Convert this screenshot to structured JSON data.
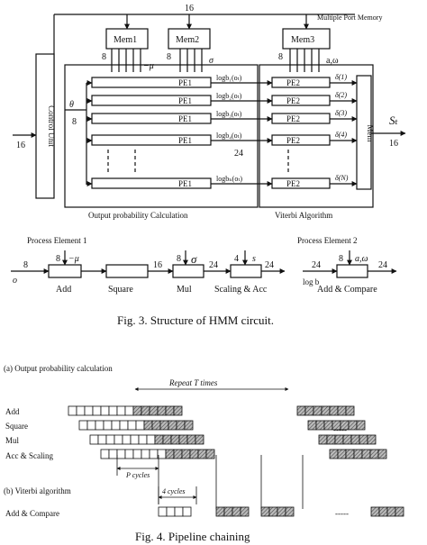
{
  "fig3": {
    "bus_width_top": "16",
    "multi_port_memory": "Multiple Port Memory",
    "control_unit": "Control Unit",
    "ctrl_in": "16",
    "mem1": "Mem1",
    "mem2": "Mem2",
    "mem3": "Mem3",
    "mem_out": "Mem",
    "theta": "θ",
    "w8": "8",
    "w24": "24",
    "w16": "16",
    "neg_mu": "−μ",
    "sigma": "σ",
    "a_omega": "a,ω",
    "pe1": "PE1",
    "pe2": "PE2",
    "log_b": [
      "logb₁(oₜ)",
      "logb₂(oₜ)",
      "logb₃(oₜ)",
      "logb₄(oₜ)",
      "logbₙ(oₜ)"
    ],
    "deltas": [
      "δ(1)",
      "δ(2)",
      "δ(3)",
      "δ(4)",
      "δ(N)"
    ],
    "output_symbol": "Sₜ",
    "out_width": "16",
    "opc_label": "Output probability Calculation",
    "viterbi_label": "Viterbi Algorithm",
    "pe1_title": "Process Element 1",
    "pe2_title": "Process Element 2",
    "in_o": "o",
    "add": "Add",
    "square": "Square",
    "mul": "Mul",
    "scaling_acc": "Scaling & Acc",
    "s_sym": "s",
    "width_4": "4",
    "log_b_in": "log b",
    "add_compare": "Add & Compare",
    "caption": "Fig. 3. Structure of HMM circuit."
  },
  "fig4": {
    "section_a": "(a) Output probability calculation",
    "repeat": "Repeat T times",
    "rows_a": [
      "Add",
      "Square",
      "Mul",
      "Acc & Scaling"
    ],
    "p_cycles": "P cycles",
    "four_cycles": "4 cycles",
    "section_b": "(b) Viterbi algorithm",
    "row_b": "Add & Compare",
    "dots": "-----",
    "caption": "Fig. 4. Pipeline chaining"
  }
}
